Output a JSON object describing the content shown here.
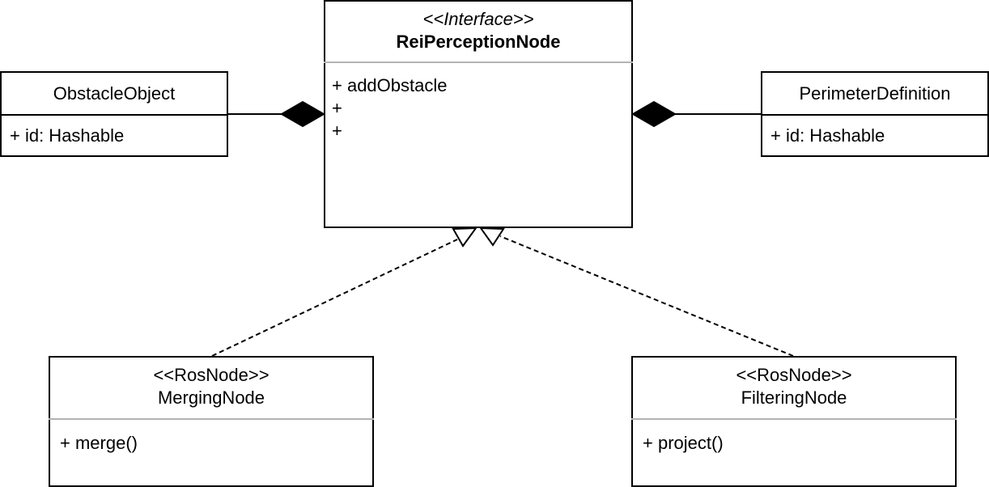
{
  "interface": {
    "stereotype": "<<Interface>>",
    "name": "ReiPerceptionNode",
    "members": [
      "+ addObstacle",
      "+",
      "+"
    ]
  },
  "obstacle": {
    "name": "ObstacleObject",
    "members": [
      "+ id: Hashable"
    ]
  },
  "perimeter": {
    "name": "PerimeterDefinition",
    "members": [
      "+ id: Hashable"
    ]
  },
  "merging": {
    "stereotype": "<<RosNode>>",
    "name": "MergingNode",
    "members": [
      "+ merge()"
    ]
  },
  "filtering": {
    "stereotype": "<<RosNode>>",
    "name": "FilteringNode",
    "members": [
      "+ project()"
    ]
  }
}
